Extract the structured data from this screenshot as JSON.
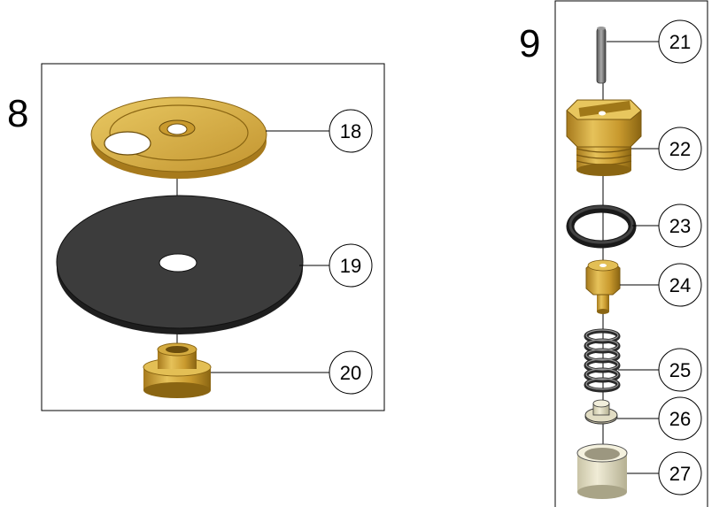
{
  "groups": [
    {
      "number": "8"
    },
    {
      "number": "9"
    }
  ],
  "callouts": [
    {
      "label": "18",
      "part": "brass-diaphragm-plate"
    },
    {
      "label": "19",
      "part": "rubber-diaphragm"
    },
    {
      "label": "20",
      "part": "brass-bushing"
    },
    {
      "label": "21",
      "part": "pin"
    },
    {
      "label": "22",
      "part": "brass-valve-cap"
    },
    {
      "label": "23",
      "part": "o-ring"
    },
    {
      "label": "24",
      "part": "hex-valve-stem"
    },
    {
      "label": "25",
      "part": "coil-spring"
    },
    {
      "label": "26",
      "part": "spring-seat"
    },
    {
      "label": "27",
      "part": "valve-cup"
    }
  ],
  "colors": {
    "brass_light": "#e0b84a",
    "brass_mid": "#c99a2e",
    "brass_dark": "#8a6512",
    "rubber": "#3a3a3a",
    "cup": "#e6e2c8",
    "line": "#000000"
  }
}
